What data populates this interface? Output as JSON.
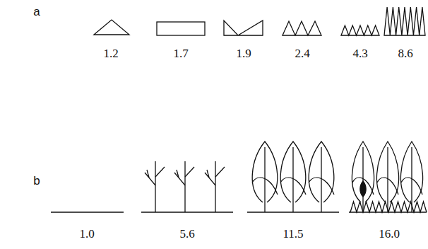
{
  "diagram": {
    "labels": [
      "a",
      "1.2",
      "1.7",
      "1.9",
      "2.4",
      "4.3",
      "8.6",
      "b",
      "1.0",
      "5.6",
      "11.5",
      "16.0"
    ]
  }
}
